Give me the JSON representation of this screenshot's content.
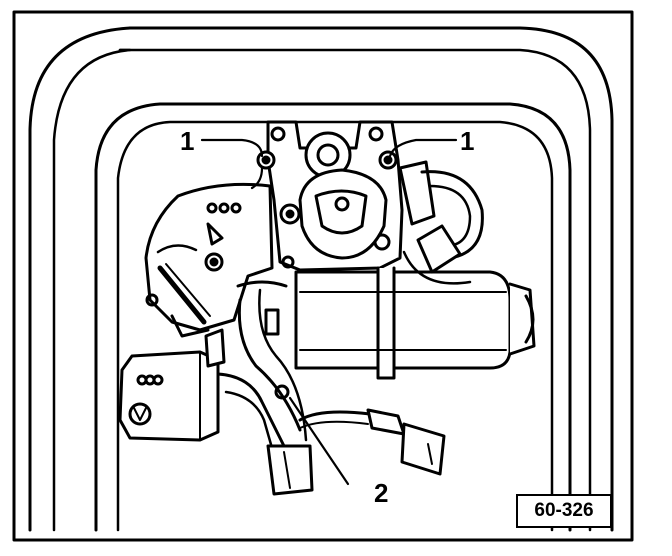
{
  "figure": {
    "reference": "60-326",
    "callouts": [
      {
        "id": "callout-1-left",
        "label": "1"
      },
      {
        "id": "callout-1-right",
        "label": "1"
      },
      {
        "id": "callout-2",
        "label": "2"
      }
    ]
  },
  "colors": {
    "ink": "#000000",
    "paper": "#ffffff"
  }
}
